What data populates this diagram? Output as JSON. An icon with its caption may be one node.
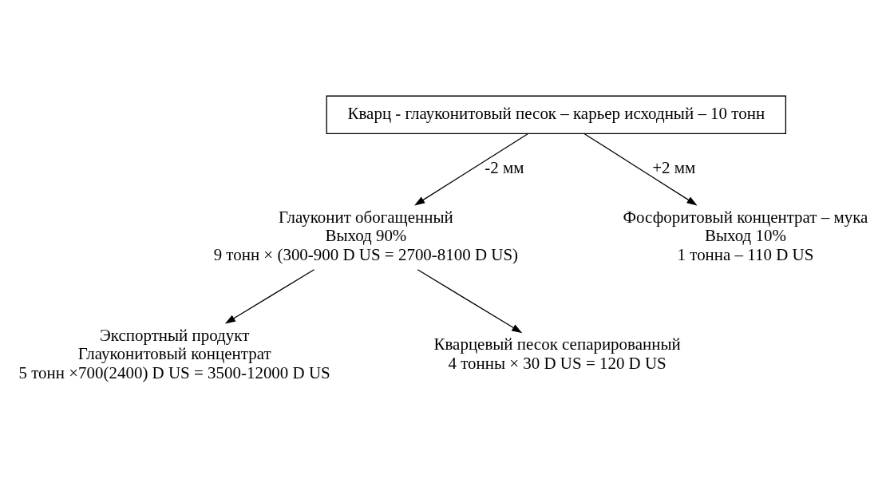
{
  "diagram": {
    "nodes": [
      {
        "text": [
          "Кварц - глауконитовый песок – карьер исходный – 10 тонн"
        ]
      },
      {
        "text": [
          "Глауконит обогащенный",
          "Выход 90%",
          "9 тонн × (300-900 D US = 2700-8100 D US)"
        ]
      },
      {
        "text": [
          "Фосфоритовый концентрат – мука",
          "Выход 10%",
          "1 тонна – 110 D US"
        ]
      },
      {
        "text": [
          "Экспортный продукт",
          "Глауконитовый концентрат",
          "5 тонн ×700(2400) D US = 3500-12000 D US"
        ]
      },
      {
        "text": [
          "Кварцевый песок сепарированный",
          "4 тонны × 30 D US = 120 D US"
        ]
      }
    ],
    "edges": [
      {
        "from": 0,
        "to": 1,
        "arrow": "to",
        "label": "-2 мм"
      },
      {
        "from": 0,
        "to": 2,
        "arrow": "to",
        "label": "+2 мм"
      },
      {
        "from": 1,
        "to": 3,
        "arrow": "to"
      },
      {
        "from": 1,
        "to": 4,
        "arrow": "to"
      }
    ]
  }
}
